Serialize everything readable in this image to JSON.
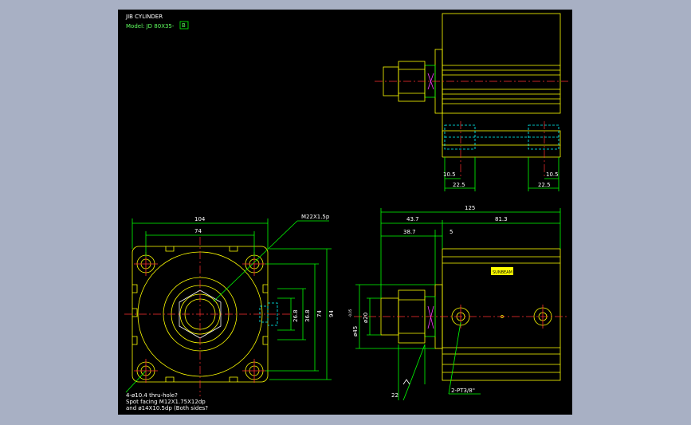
{
  "title_block": {
    "title": "JIB CYLINDER",
    "model_prefix": "Model: JD 80X35-",
    "model_suffix": "B"
  },
  "front_view": {
    "dim_width_overall": "104",
    "dim_width_holes": "74",
    "dim_thread": "M22X1.5p",
    "dim_height_overall": "94",
    "dim_height_holes": "74",
    "dim_inner_a": "36.8",
    "dim_inner_b": "26.8",
    "note_line1": "4-ø10.4 thru-hole?",
    "note_line2": "Spot facing  M12X1.75X12dp",
    "note_line3": "and ø14X10.5dp (Both sides?"
  },
  "top_view": {
    "dim_left_port_offset": "10.5",
    "dim_left_port_width": "22.5",
    "dim_right_port_offset": "10.5",
    "dim_right_port_width": "22.5"
  },
  "side_view": {
    "dim_overall": "125",
    "dim_rod_section": "43.7",
    "dim_body": "81.3",
    "dim_rod_length": "38.7",
    "dim_flange": "5",
    "dim_rod_diameter": "ø20",
    "dim_bore_diameter": "ø45",
    "dim_tolerance": "-0.05",
    "dim_wrench": "22",
    "port_label": "2-PT3/8\"",
    "nameplate_text": "SUNBEAM"
  }
}
